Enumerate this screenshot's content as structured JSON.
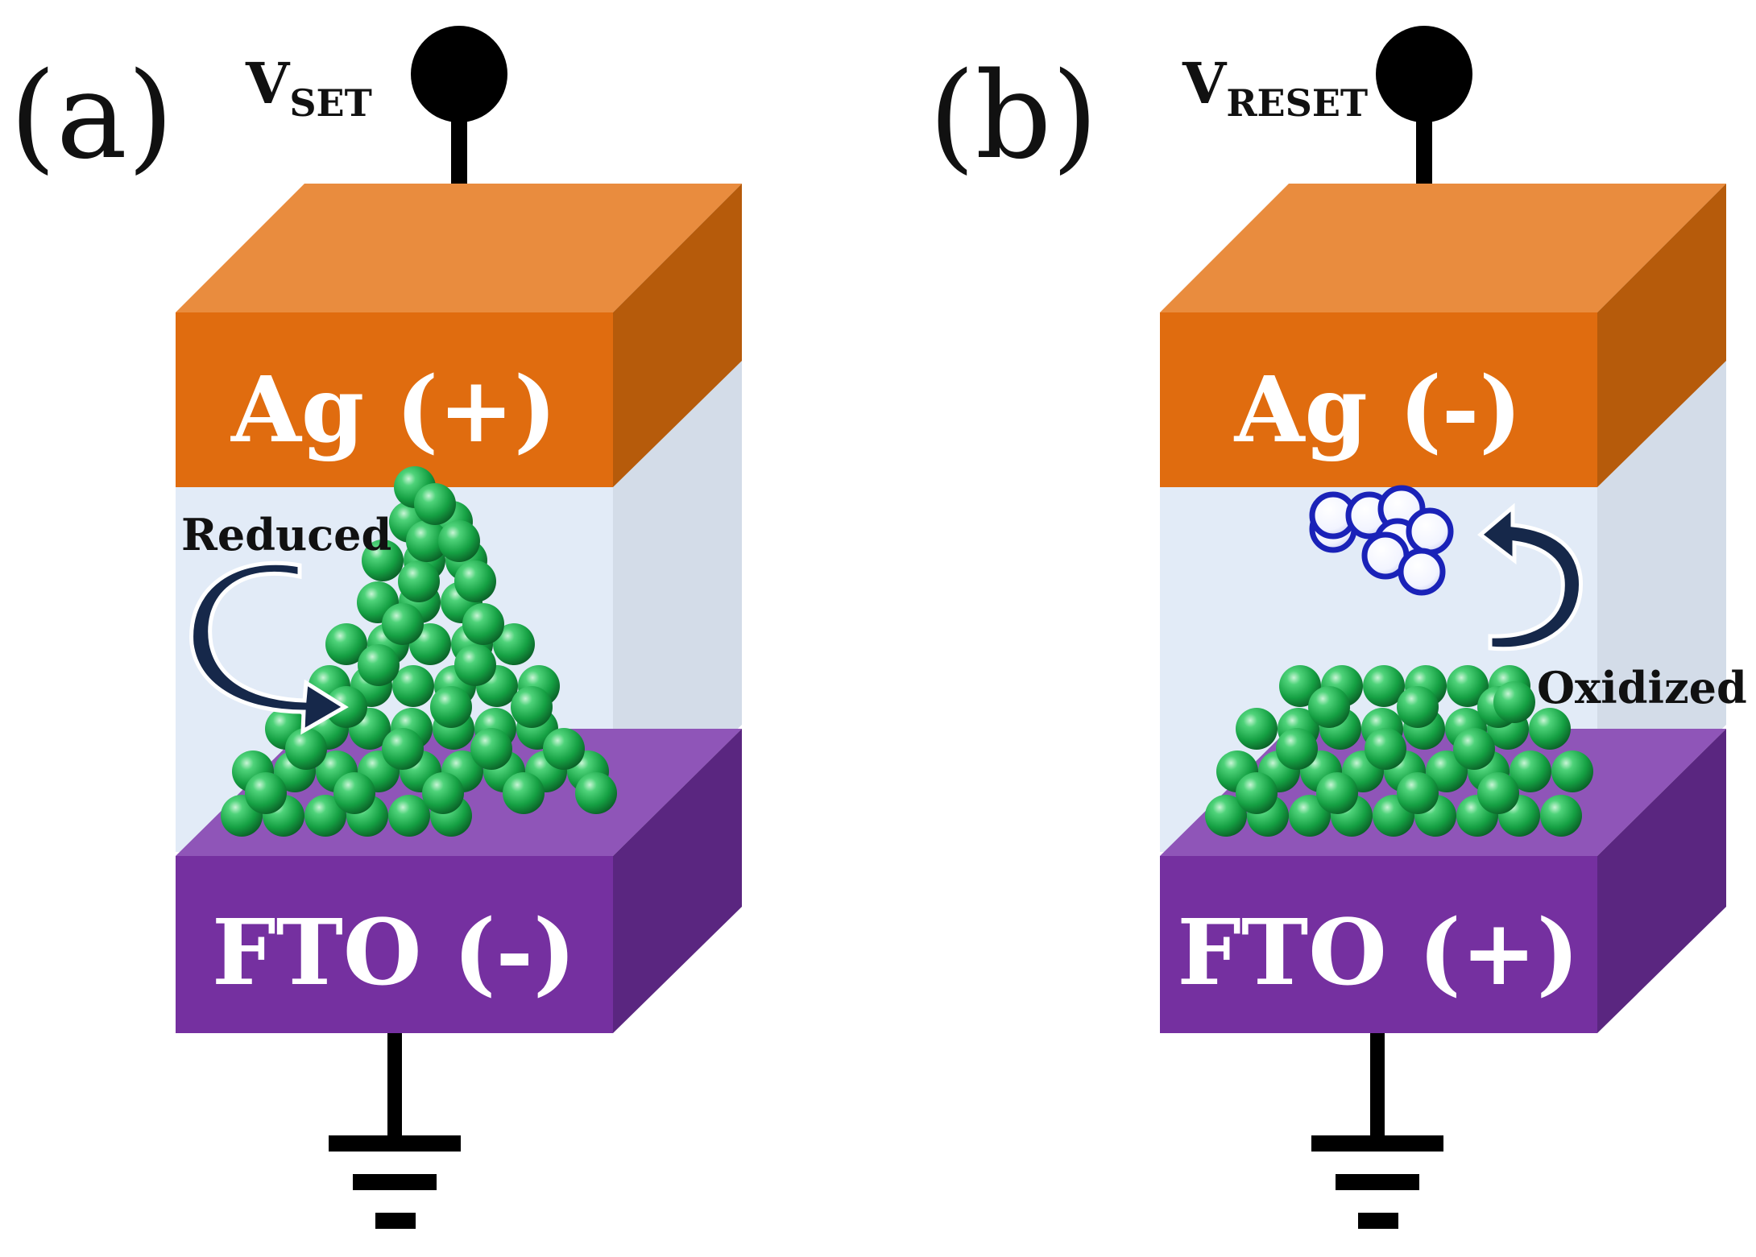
{
  "colors": {
    "ag_front": "#e06c0f",
    "ag_top": "#e98c3e",
    "ag_side": "#b65b0b",
    "mid_front": "#e2ebf7",
    "mid_side": "#d3dce8",
    "fto_front": "#7530a0",
    "fto_top": "#8f55b8",
    "fto_side": "#5a2680",
    "sphere_green": "#1fa646",
    "sphere_blue_ring": "#1a22b8",
    "arrow_fill": "#16284a",
    "wire": "#000000"
  },
  "panels": [
    {
      "letter": "(a)",
      "voltage_main": "V",
      "voltage_sub": "SET",
      "top_electrode": "Ag (+)",
      "bottom_electrode": "FTO (-)",
      "process_label": "Reduced",
      "terminal_icon": "voltage-terminal",
      "ground_icon": "ground-symbol"
    },
    {
      "letter": "(b)",
      "voltage_main": "V",
      "voltage_sub": "RESET",
      "top_electrode": "Ag (-)",
      "bottom_electrode": "FTO (+)",
      "process_label": "Oxidized",
      "terminal_icon": "voltage-terminal",
      "ground_icon": "ground-symbol"
    }
  ]
}
